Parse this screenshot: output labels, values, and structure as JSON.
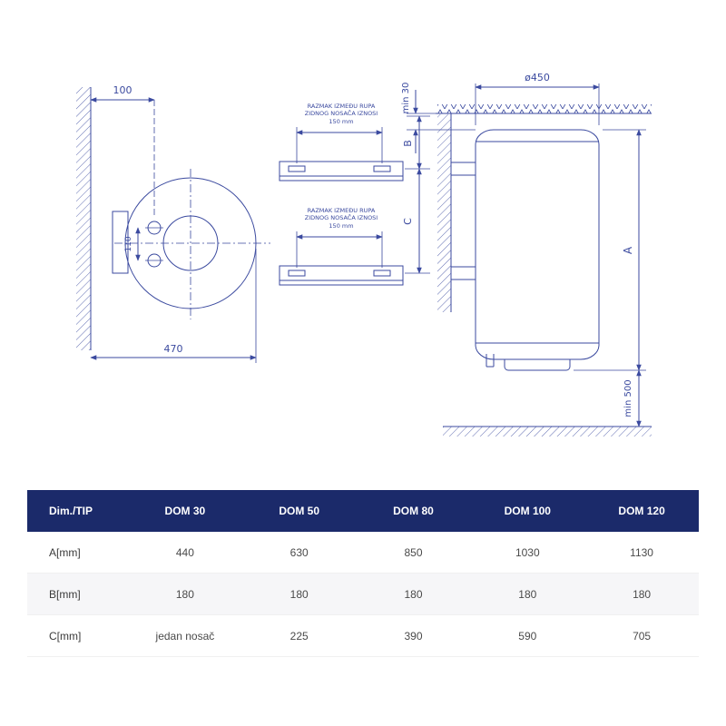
{
  "page": {
    "background": "#ffffff"
  },
  "drawing": {
    "line_color": "#3b4a9f",
    "front": {
      "top_offset": "100",
      "hole_spacing": "110",
      "width": "470"
    },
    "bracket_note": {
      "line1": "RAZMAK IZMEĐU RUPA",
      "line2": "ZIDNOG NOSAČA IZNOSI",
      "line3": "150 mm"
    },
    "elevation": {
      "dim_b": "B",
      "dim_c": "C",
      "diameter": "ø450",
      "min_top": "min 30",
      "dim_a": "A",
      "min_bottom": "min 500"
    }
  },
  "table": {
    "header_bg": "#1b2a6a",
    "header": [
      "Dim./TIP",
      "DOM 30",
      "DOM 50",
      "DOM 80",
      "DOM 100",
      "DOM 120"
    ],
    "rows": [
      {
        "label": "A[mm]",
        "values": [
          "440",
          "630",
          "850",
          "1030",
          "1130"
        ]
      },
      {
        "label": "B[mm]",
        "values": [
          "180",
          "180",
          "180",
          "180",
          "180"
        ]
      },
      {
        "label": "C[mm]",
        "values": [
          "jedan nosač",
          "225",
          "390",
          "590",
          "705"
        ]
      }
    ]
  }
}
